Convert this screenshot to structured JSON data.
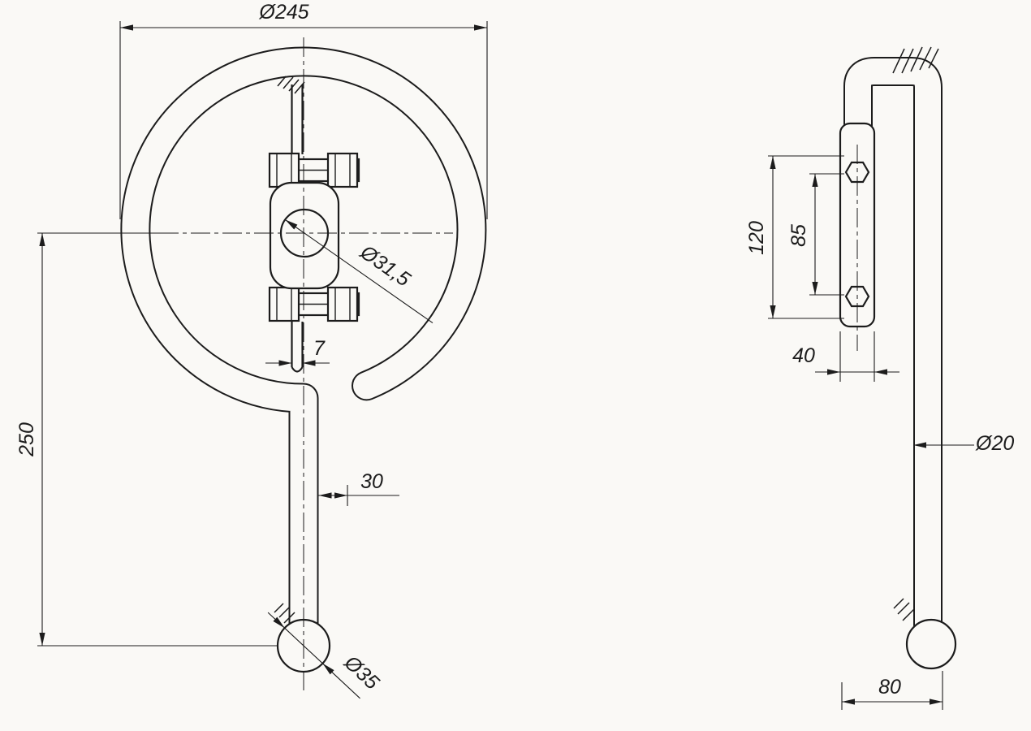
{
  "front_view": {
    "dim_outer_diameter": "Ø245",
    "dim_overall_height": "250",
    "dim_clamp_hole": "Ø31,5",
    "dim_wire": "7",
    "dim_stem": "30",
    "dim_ball": "Ø35"
  },
  "side_view": {
    "dim_hole_span": "120",
    "dim_hole_spacing": "85",
    "dim_plate_width": "40",
    "dim_rod_diameter": "Ø20",
    "dim_base": "80"
  },
  "colors": {
    "ink": "#1c1c1c",
    "paper": "#faf9f6"
  }
}
